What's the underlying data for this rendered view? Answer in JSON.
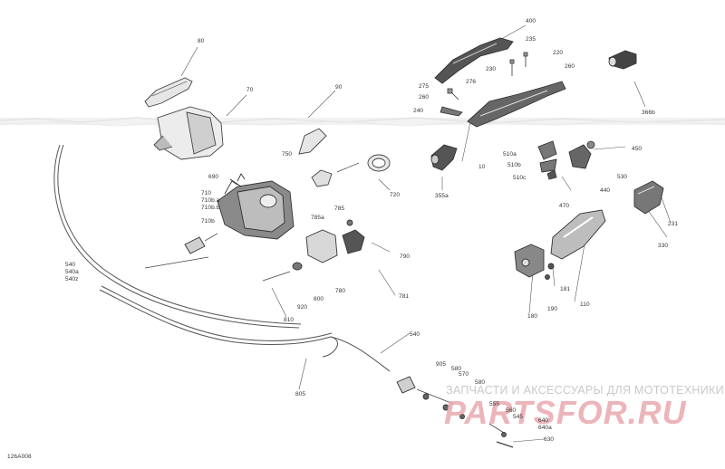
{
  "diagram": {
    "code": "126A008",
    "callouts": [
      {
        "id": "80",
        "text": "80"
      },
      {
        "id": "70",
        "text": "70"
      },
      {
        "id": "90",
        "text": "90"
      },
      {
        "id": "400",
        "text": "400"
      },
      {
        "id": "235",
        "text": "235"
      },
      {
        "id": "220",
        "text": "220"
      },
      {
        "id": "230",
        "text": "230"
      },
      {
        "id": "260a",
        "text": "260"
      },
      {
        "id": "275",
        "text": "275"
      },
      {
        "id": "276",
        "text": "276"
      },
      {
        "id": "260b",
        "text": "260"
      },
      {
        "id": "240",
        "text": "240"
      },
      {
        "id": "366b",
        "text": "366b"
      },
      {
        "id": "750",
        "text": "750"
      },
      {
        "id": "10",
        "text": "10"
      },
      {
        "id": "510a",
        "text": "510a"
      },
      {
        "id": "510b",
        "text": "510b"
      },
      {
        "id": "510c",
        "text": "510c"
      },
      {
        "id": "450",
        "text": "450"
      },
      {
        "id": "690",
        "text": "690"
      },
      {
        "id": "720",
        "text": "720"
      },
      {
        "id": "355a",
        "text": "355a"
      },
      {
        "id": "530",
        "text": "530"
      },
      {
        "id": "440",
        "text": "440"
      },
      {
        "id": "470",
        "text": "470"
      },
      {
        "id": "710",
        "text": "710"
      },
      {
        "id": "710ba",
        "text": "710b.a"
      },
      {
        "id": "710bb",
        "text": "710b.b"
      },
      {
        "id": "785",
        "text": "785"
      },
      {
        "id": "785a",
        "text": "785a"
      },
      {
        "id": "710b",
        "text": "710b"
      },
      {
        "id": "231",
        "text": "231"
      },
      {
        "id": "330",
        "text": "330"
      },
      {
        "id": "790",
        "text": "790"
      },
      {
        "id": "540",
        "text": "540"
      },
      {
        "id": "540a",
        "text": "540a"
      },
      {
        "id": "540z",
        "text": "540z"
      },
      {
        "id": "780",
        "text": "780"
      },
      {
        "id": "181",
        "text": "181"
      },
      {
        "id": "110",
        "text": "110"
      },
      {
        "id": "800",
        "text": "800"
      },
      {
        "id": "920",
        "text": "920"
      },
      {
        "id": "781",
        "text": "781"
      },
      {
        "id": "190",
        "text": "190"
      },
      {
        "id": "180",
        "text": "180"
      },
      {
        "id": "810",
        "text": "810"
      },
      {
        "id": "540b",
        "text": "540"
      },
      {
        "id": "905",
        "text": "905"
      },
      {
        "id": "580a",
        "text": "580"
      },
      {
        "id": "570",
        "text": "570"
      },
      {
        "id": "580b",
        "text": "580"
      },
      {
        "id": "555",
        "text": "555"
      },
      {
        "id": "560",
        "text": "560"
      },
      {
        "id": "545",
        "text": "545"
      },
      {
        "id": "640",
        "text": "640"
      },
      {
        "id": "640a",
        "text": "640a"
      },
      {
        "id": "630",
        "text": "630"
      },
      {
        "id": "805",
        "text": "805"
      }
    ]
  },
  "watermark": {
    "caption": "ЗАПЧАСТИ И АКСЕССУАРЫ ДЛЯ МОТОТЕХНИКИ",
    "logo_text": "PARTSFOR.RU",
    "logo_color": "#e8a9ae"
  },
  "colors": {
    "line": "#555555",
    "part_fill": "#e6e6e6",
    "part_dark": "#444444",
    "scan_band": "#d9d9d9"
  }
}
